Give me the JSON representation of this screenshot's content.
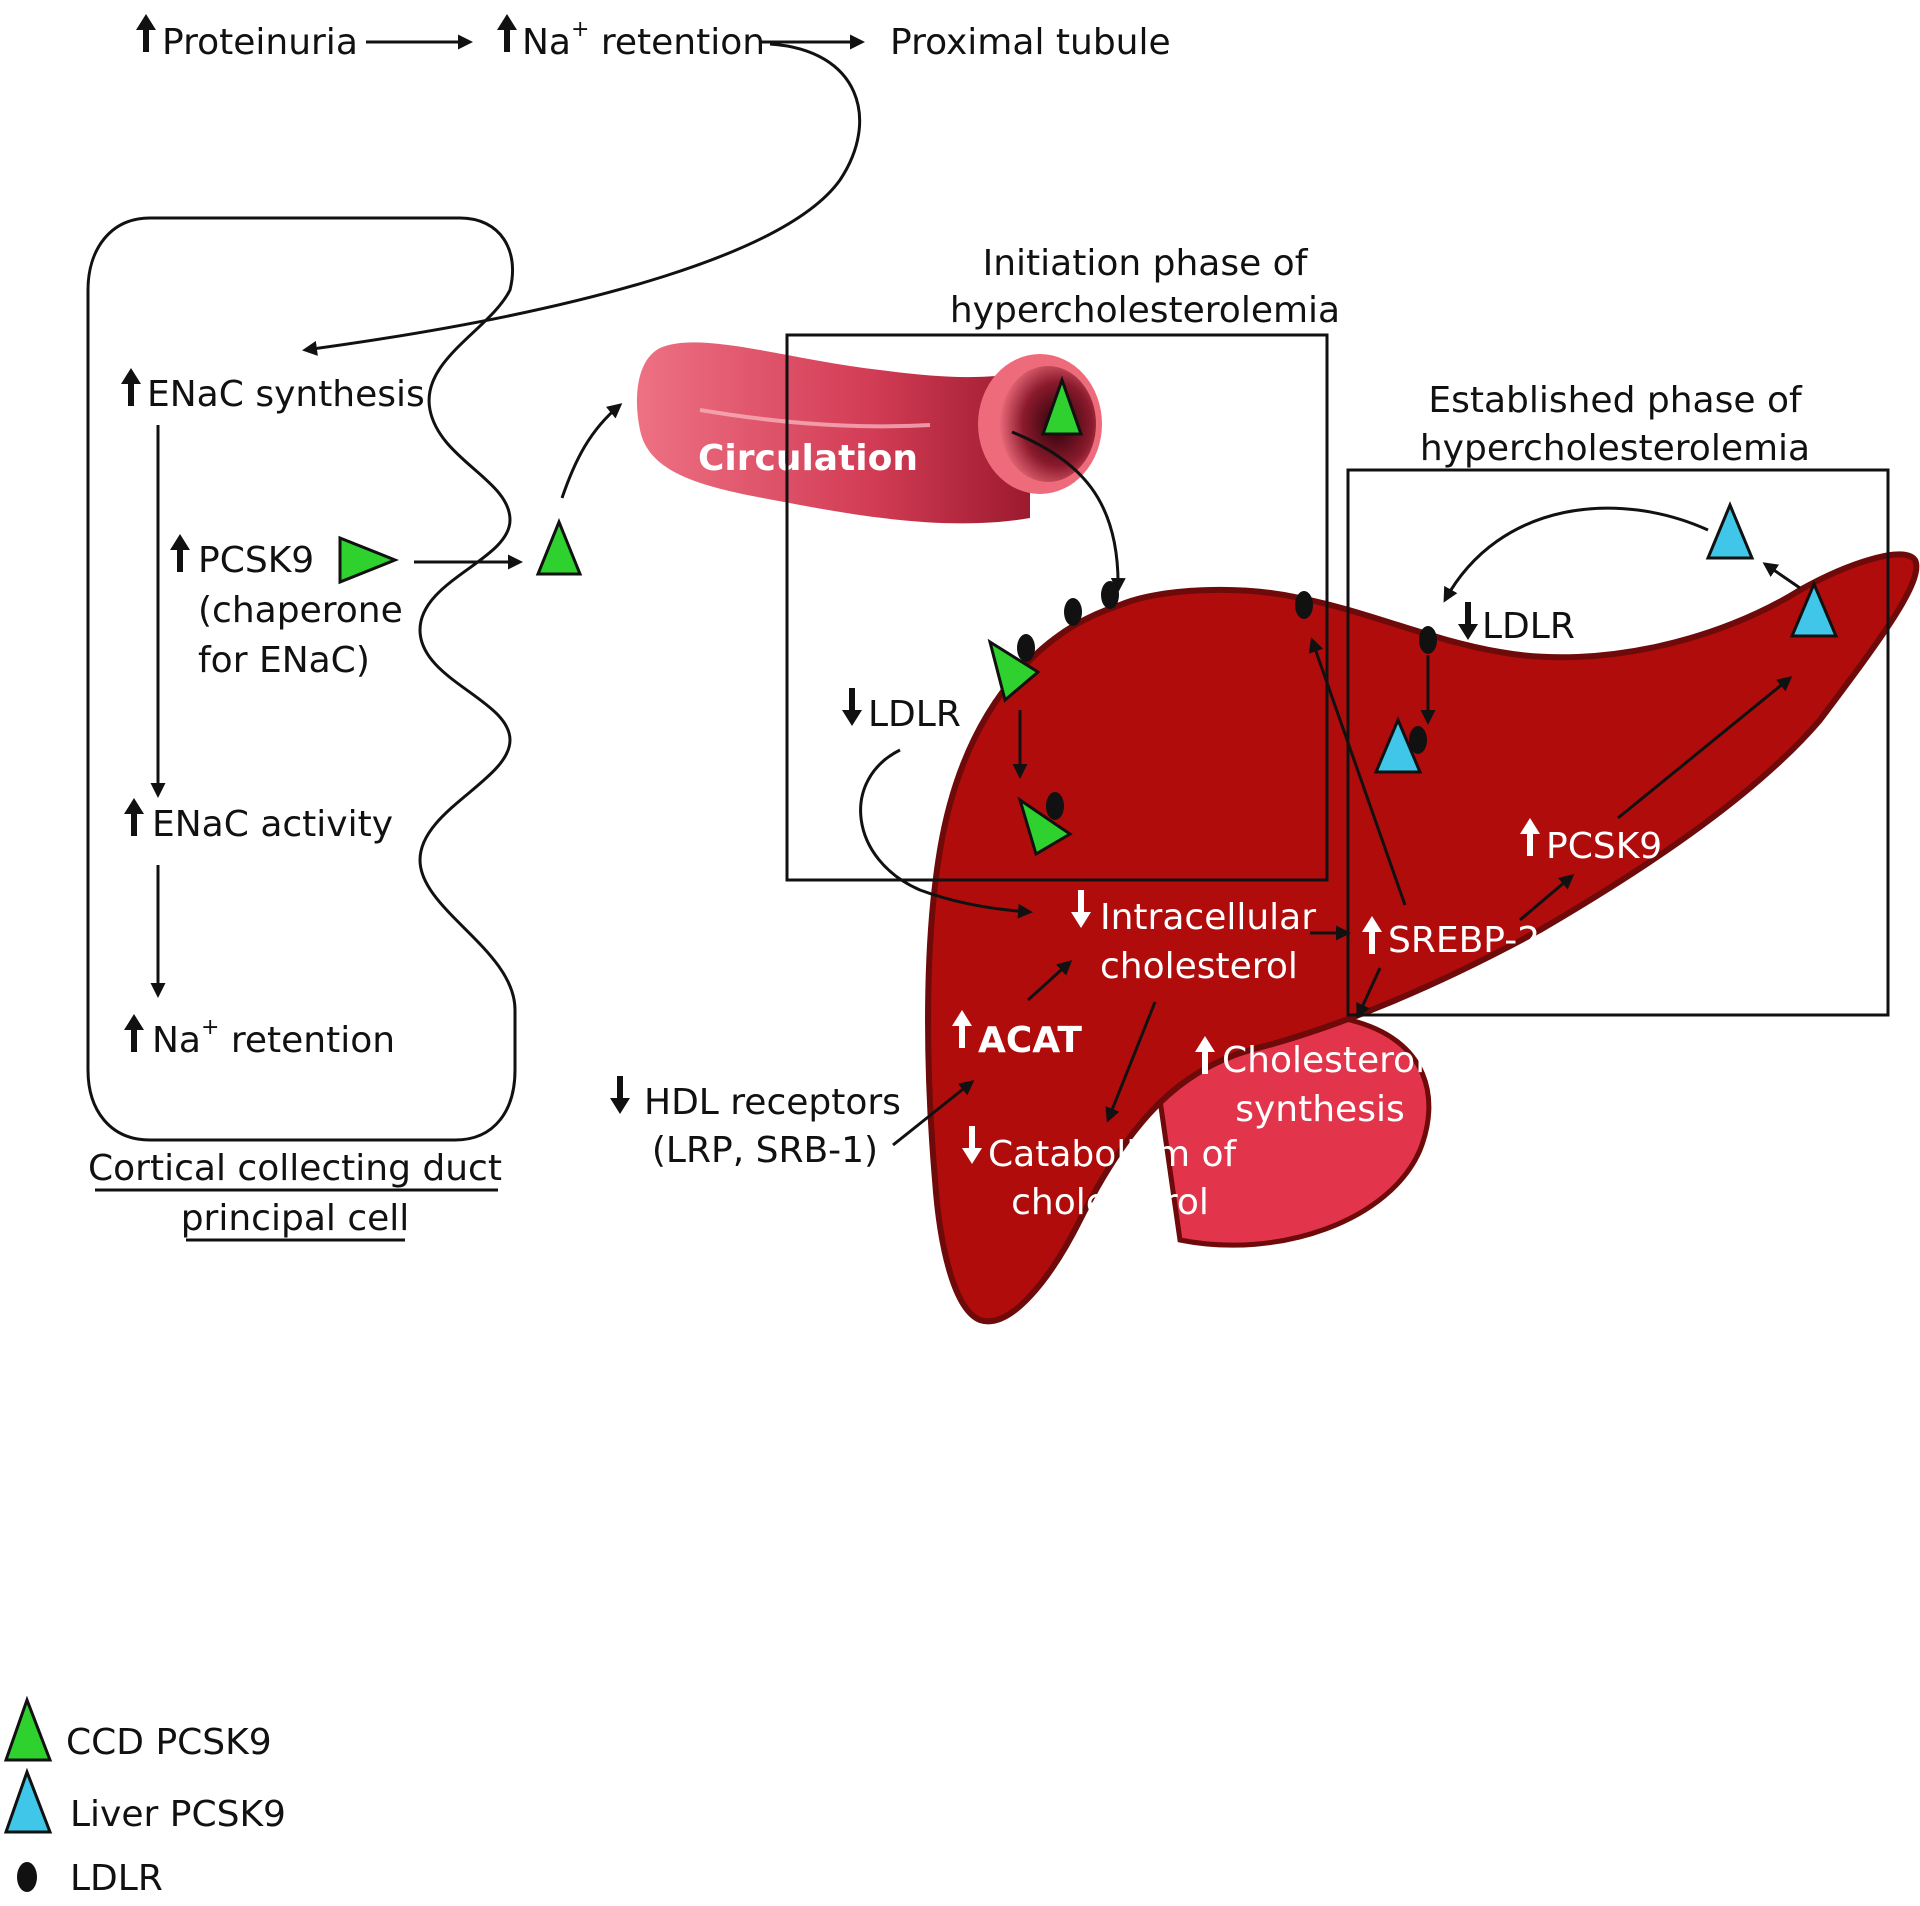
{
  "colors": {
    "liver": "#b00c0c",
    "liver_outline": "#6e0a0a",
    "gallbladder": "#e2344a",
    "vessel": "#ee6b7c",
    "ccd_pcsk9": "#2fd12f",
    "liver_pcsk9": "#3fc6e8",
    "ldlr": "#111111"
  },
  "top_chain": {
    "proteinuria": "Proteinuria",
    "na_prefix": "Na",
    "na_sup": "+",
    "na_suffix": " retention",
    "proximal": "Proximal tubule"
  },
  "cell": {
    "enac_synthesis": "ENaC synthesis",
    "pcsk9": "PCSK9",
    "chaperone_1": "(chaperone",
    "chaperone_2": "for ENaC)",
    "enac_activity": "ENaC activity",
    "na_prefix": "Na",
    "na_sup": "+",
    "na_suffix": " retention",
    "caption_1": "Cortical collecting duct",
    "caption_2": "principal cell"
  },
  "circulation": "Circulation",
  "initiation": {
    "title_1": "Initiation phase of",
    "title_2": "hypercholesterolemia",
    "ldlr": "LDLR"
  },
  "established": {
    "title_1": "Established phase of",
    "title_2": "hypercholesterolemia",
    "ldlr": "LDLR"
  },
  "liver": {
    "intracellular_1": "Intracellular",
    "intracellular_2": "cholesterol",
    "srebp2": "SREBP-2",
    "pcsk9": "PCSK9",
    "acat": "ACAT",
    "synthesis_1": "Cholesterol",
    "synthesis_2": "synthesis",
    "catabolism_1": "Catabolism of",
    "catabolism_2": "cholesterol"
  },
  "hdl": {
    "line_1": "HDL receptors",
    "line_2": "(LRP, SRB-1)"
  },
  "legend": {
    "ccd": "CCD PCSK9",
    "liver": "Liver PCSK9",
    "ldlr": "LDLR"
  }
}
